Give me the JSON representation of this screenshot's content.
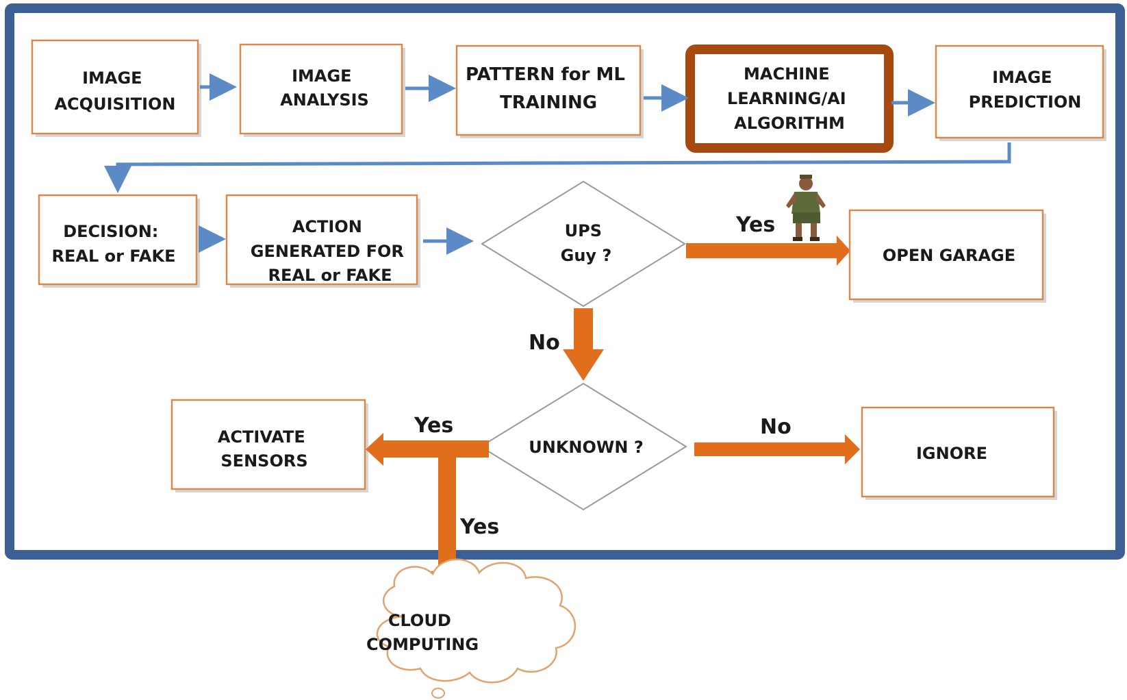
{
  "diagram": {
    "frame_color": "#3c5f95",
    "box_border_color": "#d9884a",
    "highlight_border_color": "#a64a10",
    "flow_arrow_color": "#5b8ac6",
    "decision_arrow_color": "#e06e1d",
    "steps": {
      "image_acquisition": [
        "IMAGE",
        "ACQUISITION"
      ],
      "image_analysis": [
        "IMAGE",
        "ANALYSIS"
      ],
      "pattern_ml_training": [
        "PATTERN for ML",
        "TRAINING"
      ],
      "ml_ai_algorithm": [
        "MACHINE",
        "LEARNING/AI",
        "ALGORITHM"
      ],
      "image_prediction": [
        "IMAGE",
        "PREDICTION"
      ],
      "decision": [
        "DECISION:",
        "REAL or FAKE"
      ],
      "action_generated": [
        "ACTION",
        "GENERATED FOR",
        "REAL or FAKE"
      ],
      "open_garage": [
        "OPEN GARAGE"
      ],
      "activate_sensors": [
        "ACTIVATE",
        "SENSORS"
      ],
      "ignore": [
        "IGNORE"
      ],
      "cloud_computing": [
        "CLOUD",
        "COMPUTING"
      ]
    },
    "decisions": {
      "ups_guy": [
        "UPS",
        "Guy ?"
      ],
      "unknown": [
        "UNKNOWN ?"
      ]
    },
    "edge_labels": {
      "ups_yes": "Yes",
      "ups_no": "No",
      "unknown_yes_left": "Yes",
      "unknown_no": "No",
      "unknown_yes_down": "Yes"
    },
    "images": {
      "delivery_person": "ups-delivery-person-icon"
    }
  }
}
